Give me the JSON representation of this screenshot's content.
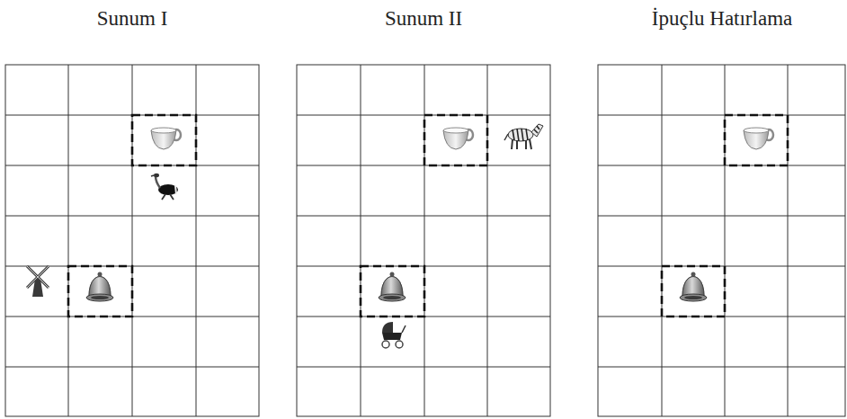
{
  "diagram": {
    "labels": [
      "Sunum I",
      "Sunum II",
      "İpuçlu Hatırlama"
    ]
  }
}
